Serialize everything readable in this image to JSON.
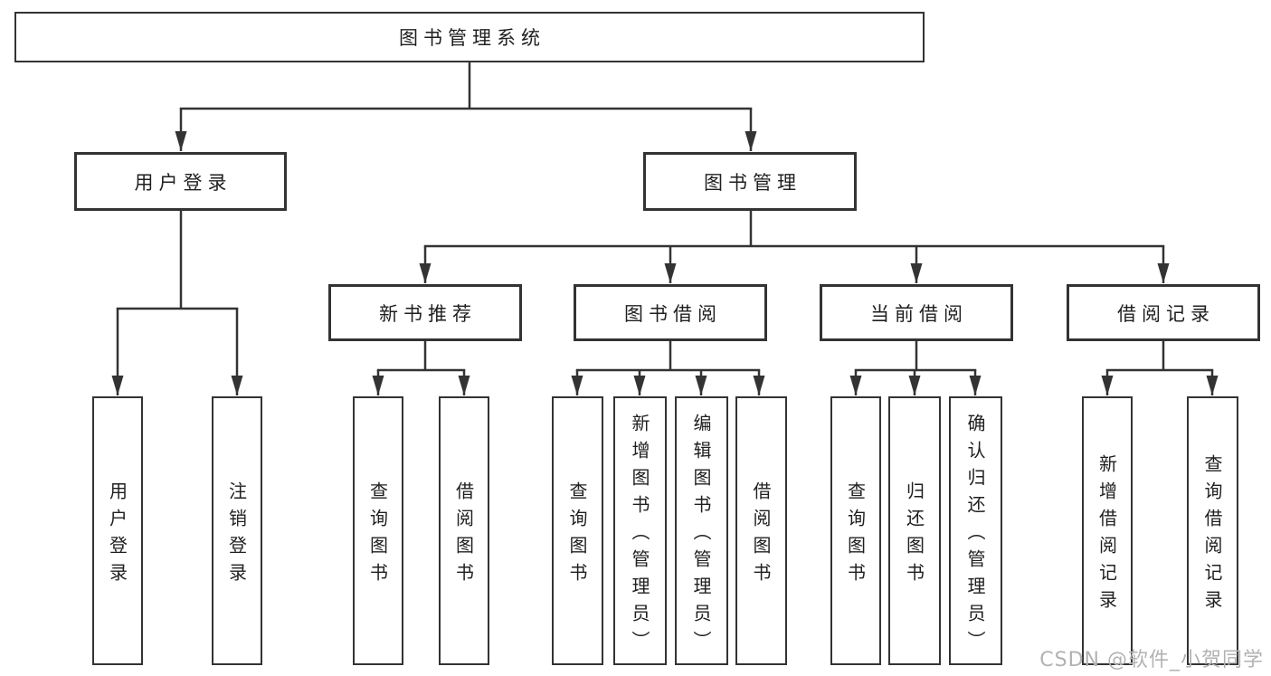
{
  "diagram": {
    "colors": {
      "background": "#ffffff",
      "line": "#333333",
      "box_border": "#333333",
      "box_fill": "#ffffff",
      "label_text": "#1f1f1f",
      "watermark_text": "#b2b2b2"
    },
    "tree": {
      "label": "图书管理系统",
      "children": [
        {
          "label": "用户登录",
          "children": [
            {
              "label": "用户登录"
            },
            {
              "label": "注销登录"
            }
          ]
        },
        {
          "label": "图书管理",
          "children": [
            {
              "label": "新书推荐",
              "children": [
                {
                  "label": "查询图书"
                },
                {
                  "label": "借阅图书"
                }
              ]
            },
            {
              "label": "图书借阅",
              "children": [
                {
                  "label": "查询图书"
                },
                {
                  "label": "新增图书（管理员）"
                },
                {
                  "label": "编辑图书（管理员）"
                },
                {
                  "label": "借阅图书"
                }
              ]
            },
            {
              "label": "当前借阅",
              "children": [
                {
                  "label": "查询图书"
                },
                {
                  "label": "归还图书"
                },
                {
                  "label": "确认归还（管理员）"
                }
              ]
            },
            {
              "label": "借阅记录",
              "children": [
                {
                  "label": "新增借阅记录"
                },
                {
                  "label": "查询借阅记录"
                }
              ]
            }
          ]
        }
      ]
    },
    "watermark": "CSDN @软件_小贺同学"
  }
}
